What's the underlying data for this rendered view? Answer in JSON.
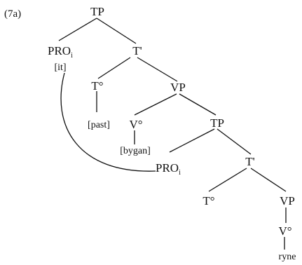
{
  "example_label": "(7a)",
  "nodes": {
    "tp_root": "TP",
    "pro_matrix": "PRO",
    "pro_matrix_sub": "i",
    "it_feature": "[it]",
    "tbar_matrix": "T'",
    "t0_matrix": "T°",
    "past_feature": "[past]",
    "vp_matrix": "VP",
    "v0_matrix": "V°",
    "bygan_feature": "[bygan]",
    "tp_embedded": "TP",
    "pro_embedded": "PRO",
    "pro_embedded_sub": "i",
    "tbar_embedded": "T'",
    "t0_embedded": "T°",
    "vp_embedded": "VP",
    "v0_embedded": "V°",
    "ryne_word": "ryne"
  }
}
